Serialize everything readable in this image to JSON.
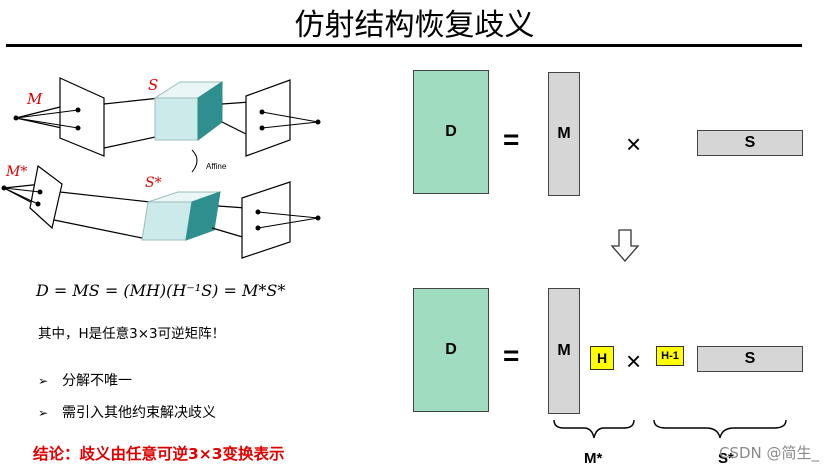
{
  "title": "仿射结构恢复歧义",
  "illustration": {
    "label_m": "M",
    "label_s": "S",
    "label_m_star": "M*",
    "label_s_star": "S*",
    "affine_label": "Affine"
  },
  "formula": "D = MS = (MH)(H⁻¹S) = M*S*",
  "note": "其中，H是任意3×3可逆矩阵！",
  "bullets": [
    "分解不唯一",
    "需引入其他约束解决歧义"
  ],
  "bullet_glyph": "➢",
  "conclusion": "结论：歧义由任意可逆3×3变换表示",
  "top_equation": {
    "d": "D",
    "equals": "=",
    "m": "M",
    "times": "×",
    "s": "S"
  },
  "bottom_equation": {
    "d": "D",
    "equals": "=",
    "m": "M",
    "h": "H",
    "times": "×",
    "h_inv": "H-1",
    "s": "S"
  },
  "brace_labels": {
    "left": "M*",
    "right": "S*"
  },
  "watermark": "CSDN @简生_",
  "colors": {
    "matrix_green": "#9fdcc0",
    "matrix_gray": "#d6d6d6",
    "matrix_yellow": "#ffff00",
    "accent_red": "#e00000",
    "cube_front": "#cdeaea",
    "cube_side": "#2f8f8f"
  }
}
